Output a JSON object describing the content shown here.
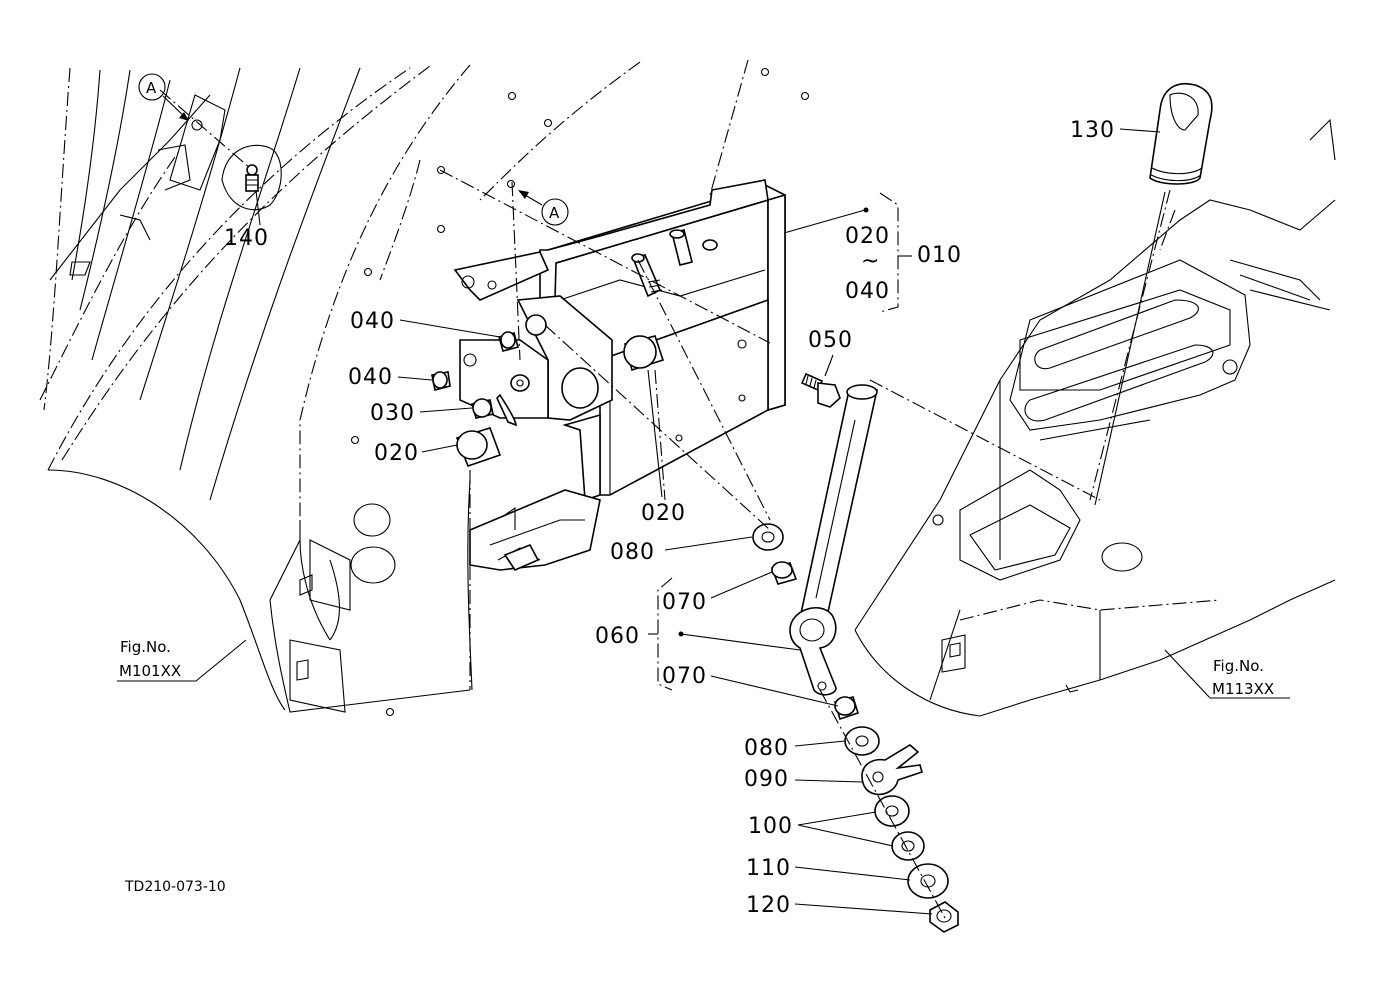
{
  "drawing": {
    "drawing_code": "TD210-073-10",
    "callouts": {
      "p010": "010",
      "p020a": "020",
      "p020b": "020",
      "p020_range_start": "020",
      "p020_range_tilde": "~",
      "p020_range_end": "040",
      "p030": "030",
      "p040a": "040",
      "p040b": "040",
      "p050": "050",
      "p060": "060",
      "p070a": "070",
      "p070b": "070",
      "p080a": "080",
      "p080b": "080",
      "p090": "090",
      "p100": "100",
      "p110": "110",
      "p120": "120",
      "p130": "130",
      "p140": "140"
    },
    "view_marker": "A",
    "fig_refs": {
      "left_label": "Fig.No.",
      "left_code": "M101XX",
      "right_label": "Fig.No.",
      "right_code": "M113XX"
    }
  }
}
